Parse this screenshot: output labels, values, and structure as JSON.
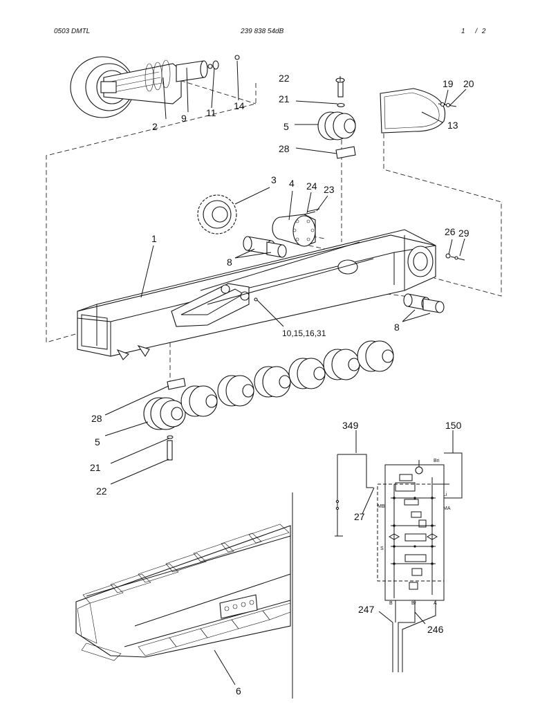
{
  "header": {
    "left": "0503 DMTL",
    "center": "239 838 54dB",
    "page": "1",
    "sep": "/",
    "total": "2"
  },
  "callouts": {
    "c22a": "22",
    "c21a": "21",
    "c5a": "5",
    "c28a": "28",
    "c2": "2",
    "c9": "9",
    "c11": "11",
    "c14": "14",
    "c19": "19",
    "c20": "20",
    "c13": "13",
    "c3": "3",
    "c4": "4",
    "c24": "24",
    "c23": "23",
    "c1": "1",
    "c8a": "8",
    "c26": "26",
    "c29": "29",
    "c8b": "8",
    "c10": "10,15,16,31",
    "c28b": "28",
    "c5b": "5",
    "c21b": "21",
    "c22b": "22",
    "c349": "349",
    "c150": "150",
    "c27": "27",
    "c247": "247",
    "c246": "246",
    "c6": "6"
  },
  "hydraulic_ports": {
    "bri": "Bri",
    "li": "Li",
    "mb": "MB",
    "ma": "MA",
    "s": "S",
    "b": "B",
    "br": "Br",
    "a": "A"
  }
}
